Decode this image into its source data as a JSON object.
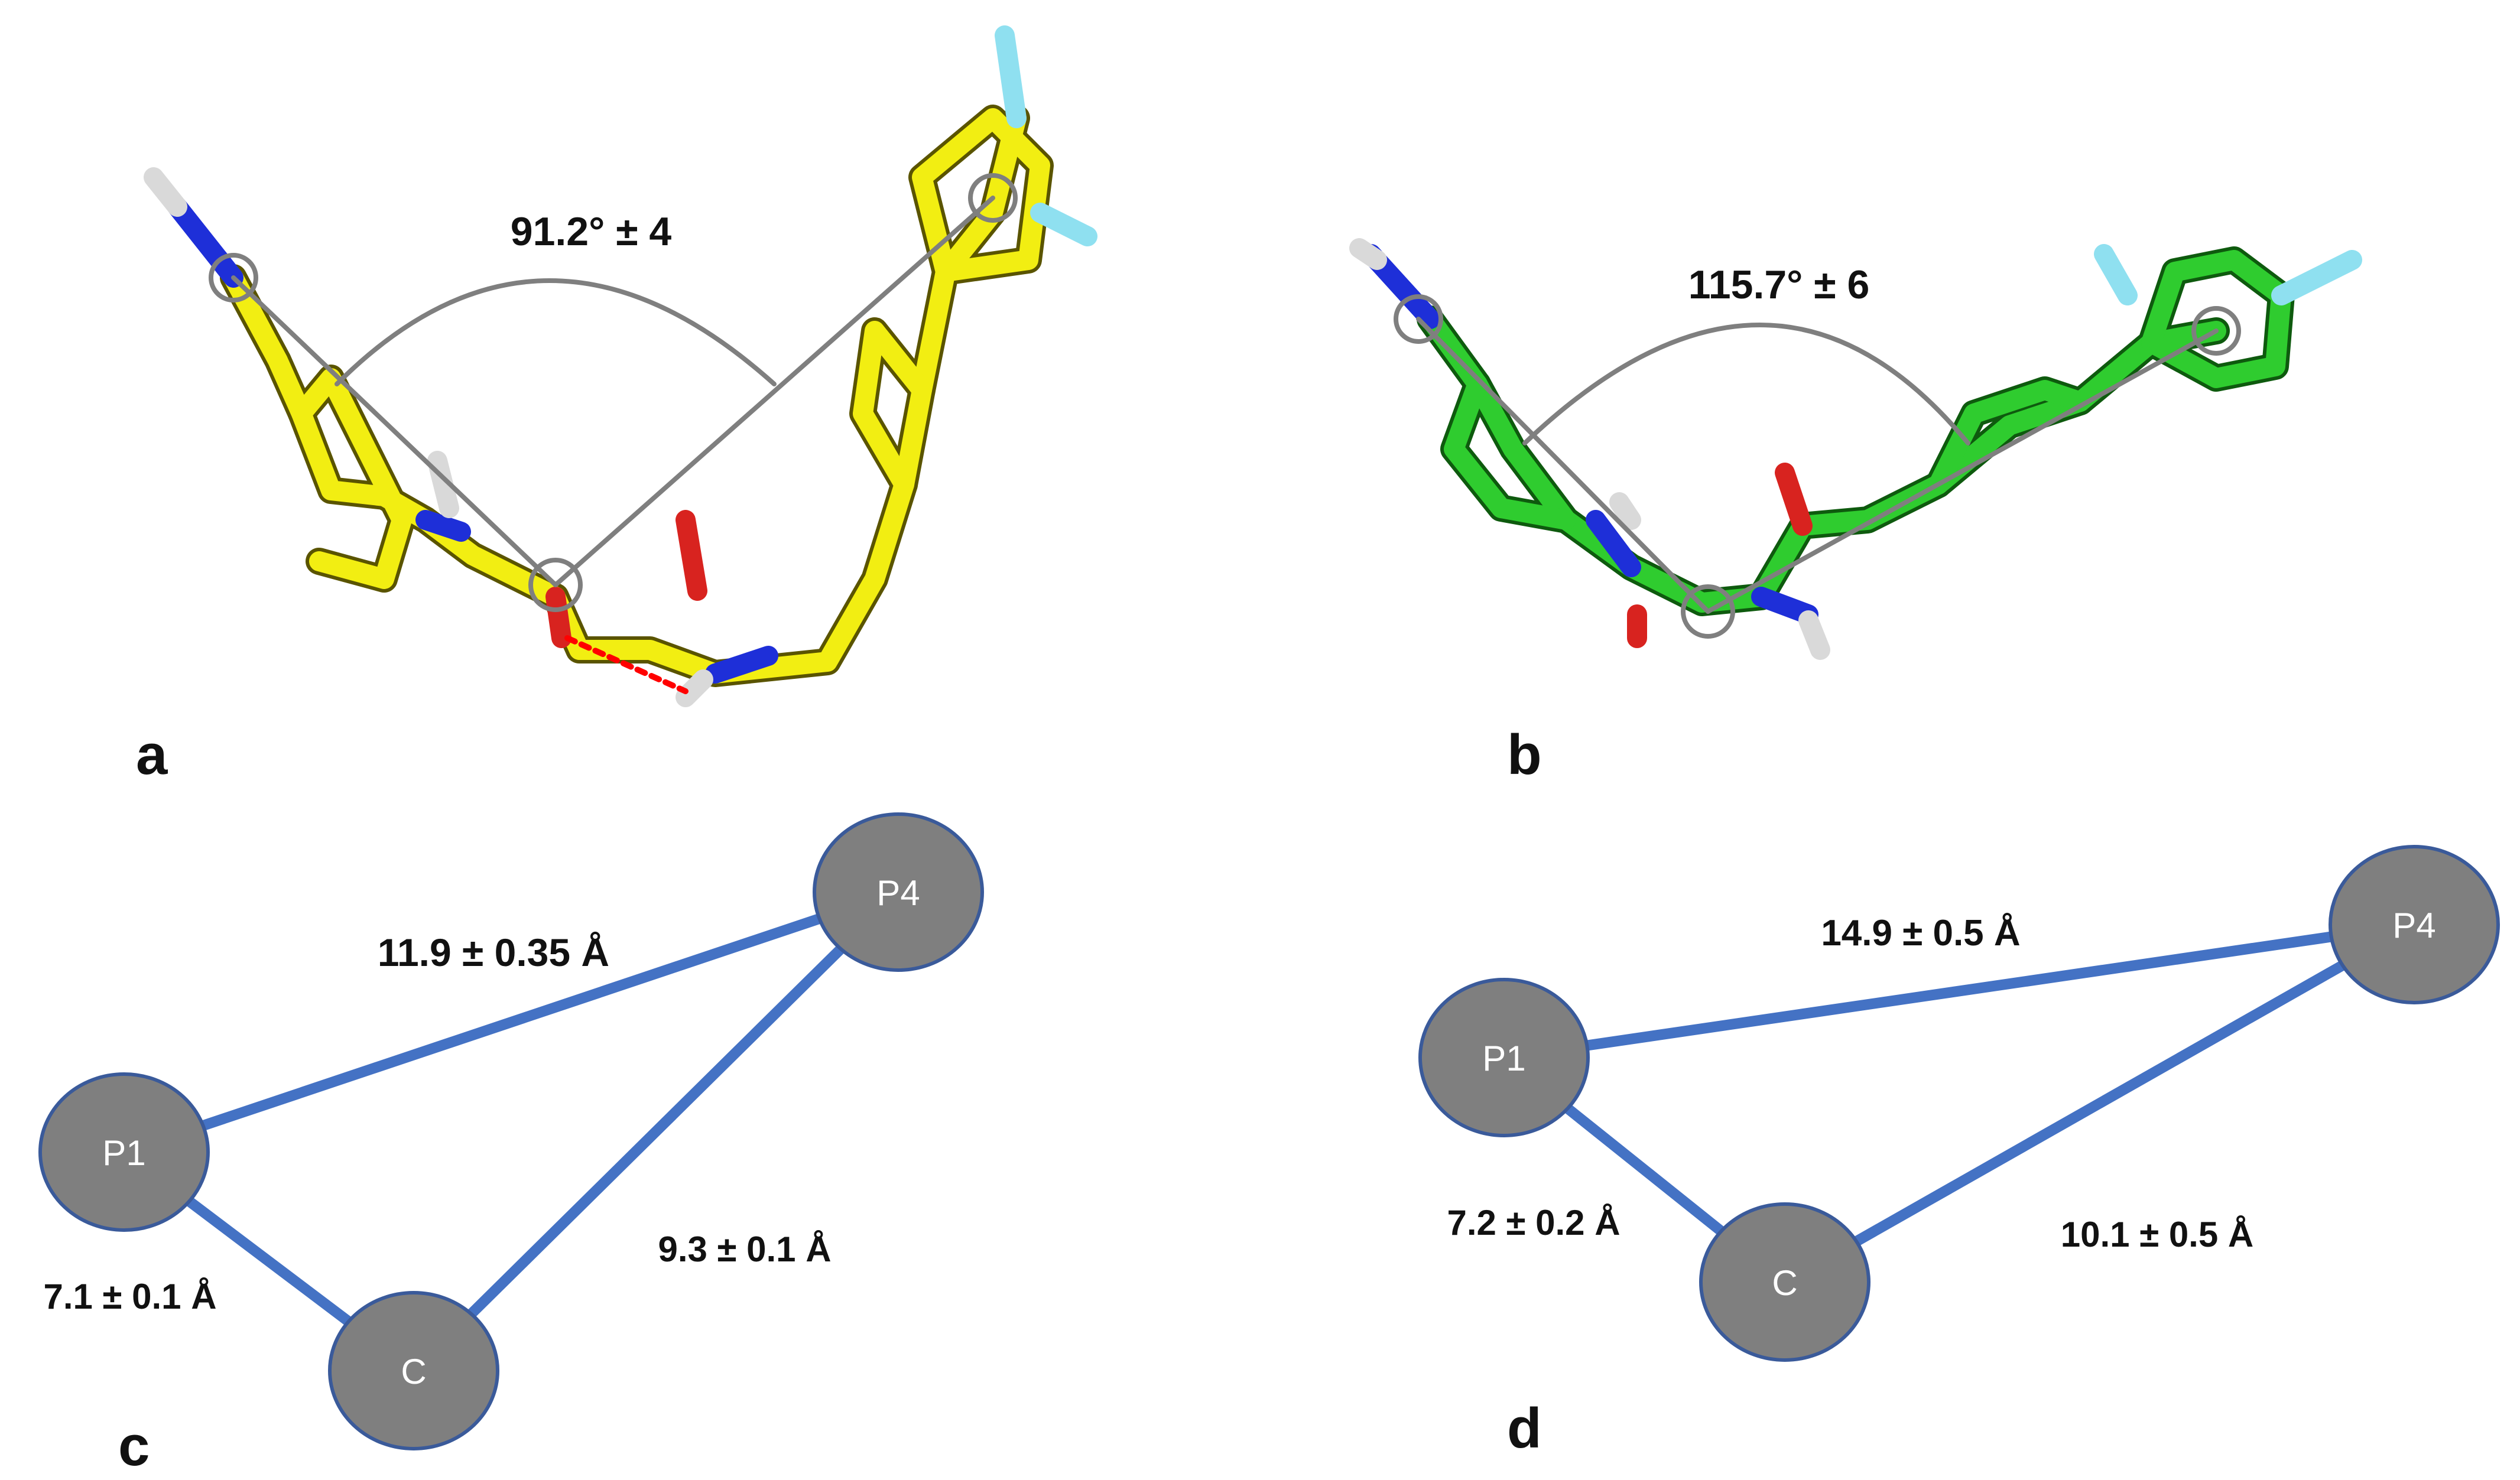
{
  "figure": {
    "panels": [
      {
        "letter": "a",
        "angle": "91.2° ± 4"
      },
      {
        "letter": "b",
        "angle": "115.7° ± 6"
      },
      {
        "letter": "c",
        "nodes": {
          "p1": "P1",
          "p4": "P4",
          "c": "C"
        },
        "distances": {
          "p1_p4": "11.9 ± 0.35 Å",
          "p1_c": "7.1 ± 0.1 Å",
          "c_p4": "9.3 ± 0.1 Å"
        }
      },
      {
        "letter": "d",
        "nodes": {
          "p1": "P1",
          "p4": "P4",
          "c": "C"
        },
        "distances": {
          "p1_p4": "14.9 ± 0.5 Å",
          "p1_c": "7.2 ± 0.2 Å",
          "c_p4": "10.1 ± 0.5  Å"
        }
      }
    ]
  },
  "colors": {
    "carbon_a": "#f2ee12",
    "carbon_b": "#2fcc2f",
    "nitrogen": "#1e2fd8",
    "oxygen": "#d8231f",
    "hydrogen": "#d9d9d9",
    "fluorine": "#8fe0f0",
    "angle_lines": "#7f7f7f",
    "node_fill": "#7f7f7f",
    "edge": "#4472c4",
    "hbond": "#ff0000"
  }
}
